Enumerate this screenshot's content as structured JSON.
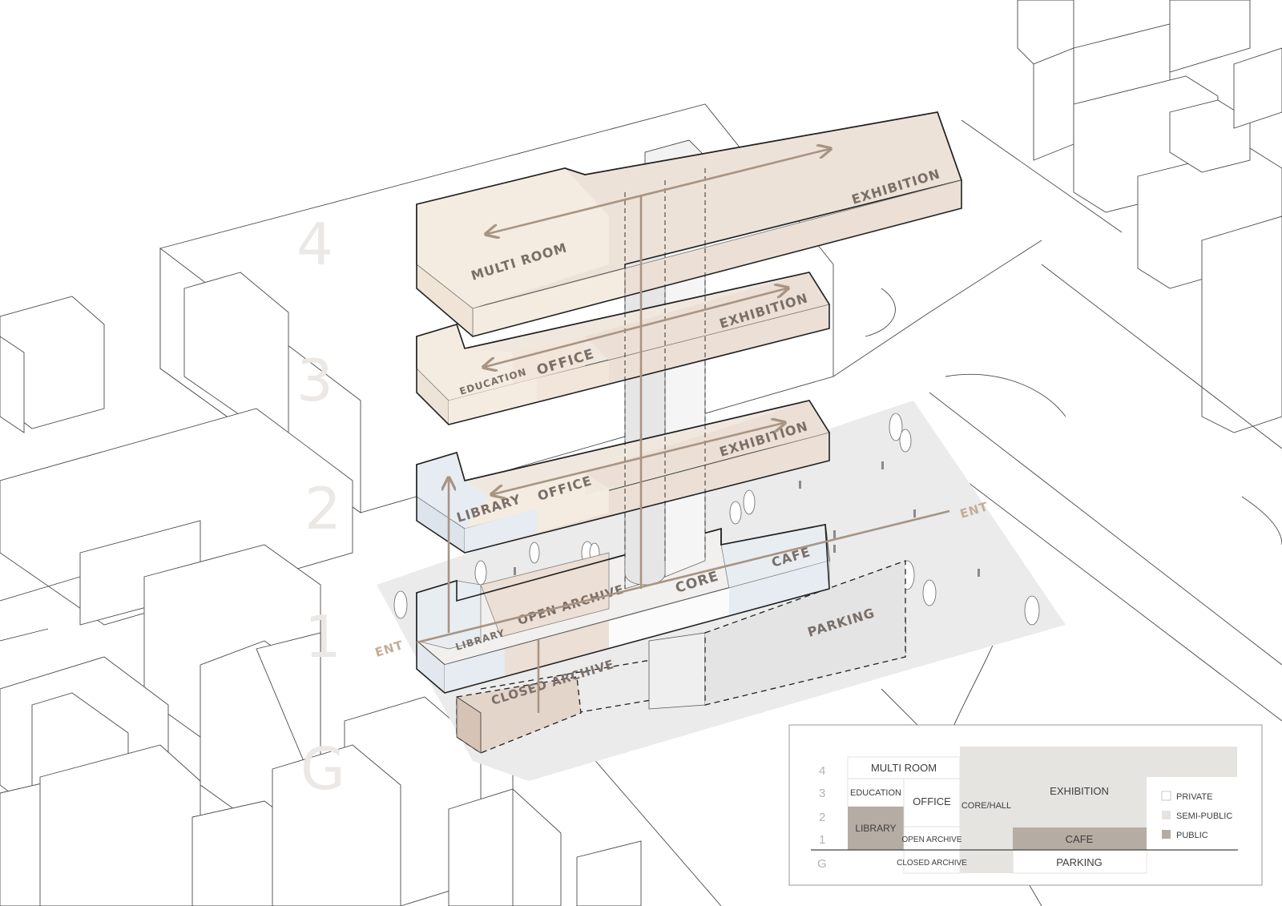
{
  "levels": [
    "4",
    "3",
    "2",
    "1",
    "G"
  ],
  "floor4": {
    "multi_room": "MULTI ROOM",
    "exhibition": "EXHIBITION"
  },
  "floor3": {
    "education": "EDUCATION",
    "office": "OFFICE",
    "exhibition": "EXHIBITION"
  },
  "floor2": {
    "library": "LIBRARY",
    "office": "OFFICE",
    "exhibition": "EXHIBITION"
  },
  "floor1": {
    "library": "LIBRARY",
    "open_archive": "OPEN ARCHIVE",
    "core": "CORE",
    "cafe": "CAFE"
  },
  "ground": {
    "parking": "PARKING",
    "closed_archive": "CLOSED ARCHIVE"
  },
  "entrances": [
    "ENT",
    "ENT"
  ],
  "legend": {
    "levels": [
      "4",
      "3",
      "2",
      "1",
      "G"
    ],
    "cells": {
      "multi_room": "MULTI ROOM",
      "education": "EDUCATION",
      "office": "OFFICE",
      "library": "LIBRARY",
      "open_archive": "OPEN ARCHIVE",
      "closed_archive": "CLOSED ARCHIVE",
      "core_hall": "CORE/HALL",
      "exhibition": "EXHIBITION",
      "cafe": "CAFE",
      "parking": "PARKING"
    },
    "keys": [
      {
        "label": "PRIVATE",
        "color": "#ffffff"
      },
      {
        "label": "SEMI-PUBLIC",
        "color": "#e6e4e1"
      },
      {
        "label": "PUBLIC",
        "color": "#b5aca4"
      }
    ]
  },
  "colors": {
    "private_warm": "#f4ece0",
    "public_warm": "#ecdfd5",
    "library_blue": "#e6ecf2",
    "circulation_arrow": "#a89482",
    "site_plaza": "#ebebeb"
  }
}
